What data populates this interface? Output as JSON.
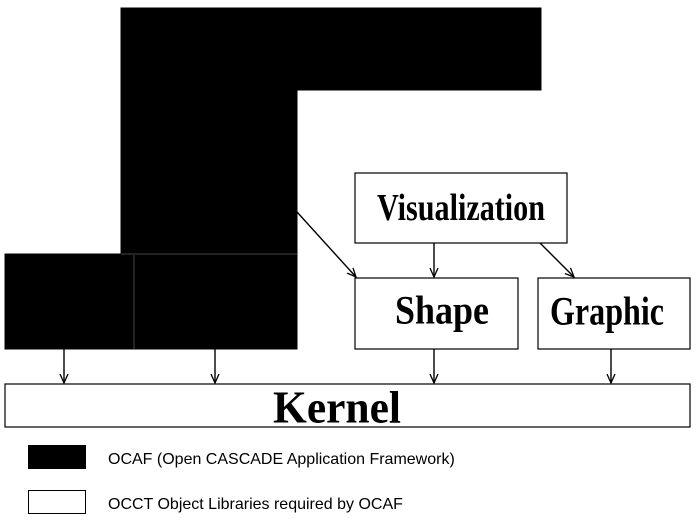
{
  "diagram": {
    "nodes": {
      "visualization": "Visualization",
      "shape": "Shape",
      "graphic": "Graphic",
      "kernel": "Kernel"
    }
  },
  "legend": {
    "ocaf_label": "OCAF (Open CASCADE Application Framework)",
    "occt_label": "OCCT Object Libraries required by OCAF",
    "ocaf_color": "#000000",
    "occt_color": "#ffffff"
  }
}
